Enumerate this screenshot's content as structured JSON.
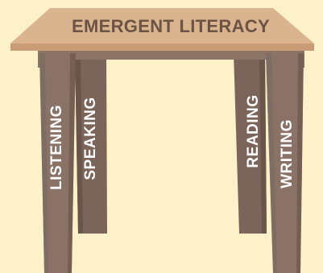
{
  "title": "EMERGENT LITERACY",
  "legs": {
    "listening": "LISTENING",
    "speaking": "SPEAKING",
    "reading": "READING",
    "writing": "WRITING"
  },
  "colors": {
    "background": "#fdf1c9",
    "tabletop": "#d9b48f",
    "tabletop_edge": "#c99c76",
    "title_text": "#6b5346",
    "apron": "#8c7467",
    "leg_front": "#8b7266",
    "leg_back": "#7b6459",
    "leg_shadow": "#5f4b41",
    "label_text": "#ffffff"
  }
}
